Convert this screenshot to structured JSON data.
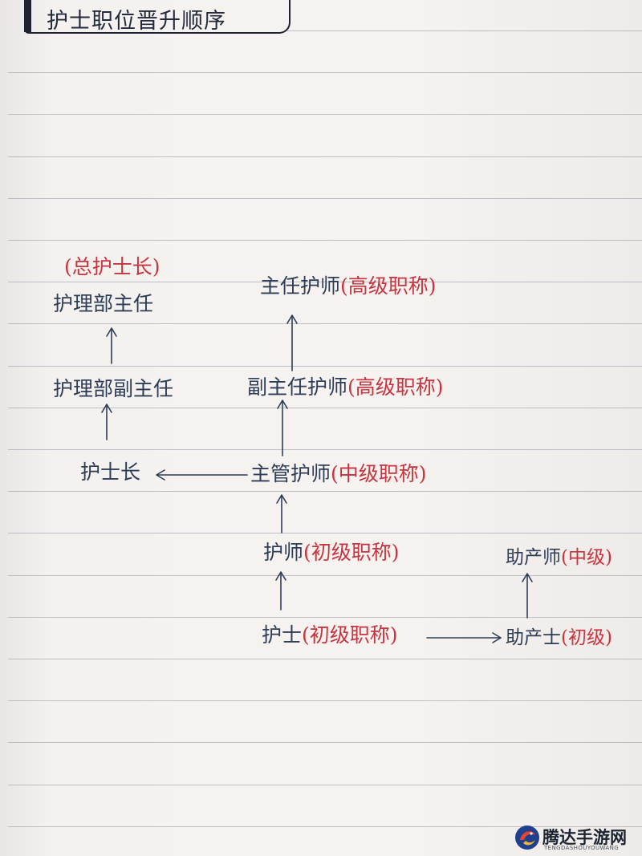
{
  "title": "护士职位晋升顺序",
  "nodes": {
    "chief_head_nurse": "(总护士长)",
    "nursing_director": "护理部主任",
    "nursing_deputy_director": "护理部副主任",
    "head_nurse": "护士长",
    "chief_nurse": {
      "name": "主任护师",
      "level": "(高级职称)"
    },
    "deputy_chief_nurse": {
      "name": "副主任护师",
      "level": "(高级职称)"
    },
    "supervisor_nurse": {
      "name": "主管护师",
      "level": "(中级职称)"
    },
    "nurse_practitioner": {
      "name": "护师",
      "level": "(初级职称)"
    },
    "nurse": {
      "name": "护士",
      "level": "(初级职称)"
    },
    "midwife_senior": {
      "name": "助产师",
      "level": "(中级)"
    },
    "midwife": {
      "name": "助产士",
      "level": "(初级)"
    }
  },
  "watermark": {
    "name_cn": "腾达手游网",
    "name_en": "TENGDASHOUYOUWANG"
  },
  "colors": {
    "ink_blue": "#2d3d57",
    "ink_red": "#c8343f",
    "ruling": "#a9aeb6",
    "paper": "#f4f1ee"
  }
}
